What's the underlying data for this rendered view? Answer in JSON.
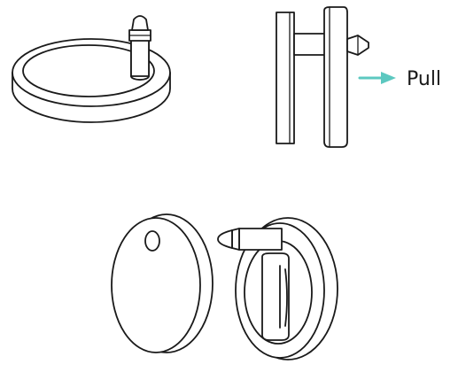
{
  "labels": {
    "pull": "Pull"
  },
  "colors": {
    "line": "#1a1a1a",
    "arrow": "#5cc8c0",
    "background": "#ffffff"
  },
  "figures": [
    {
      "name": "disc-mount-with-pin"
    },
    {
      "name": "side-view-pin-between-plates"
    },
    {
      "name": "disc-and-mount-separated"
    }
  ]
}
